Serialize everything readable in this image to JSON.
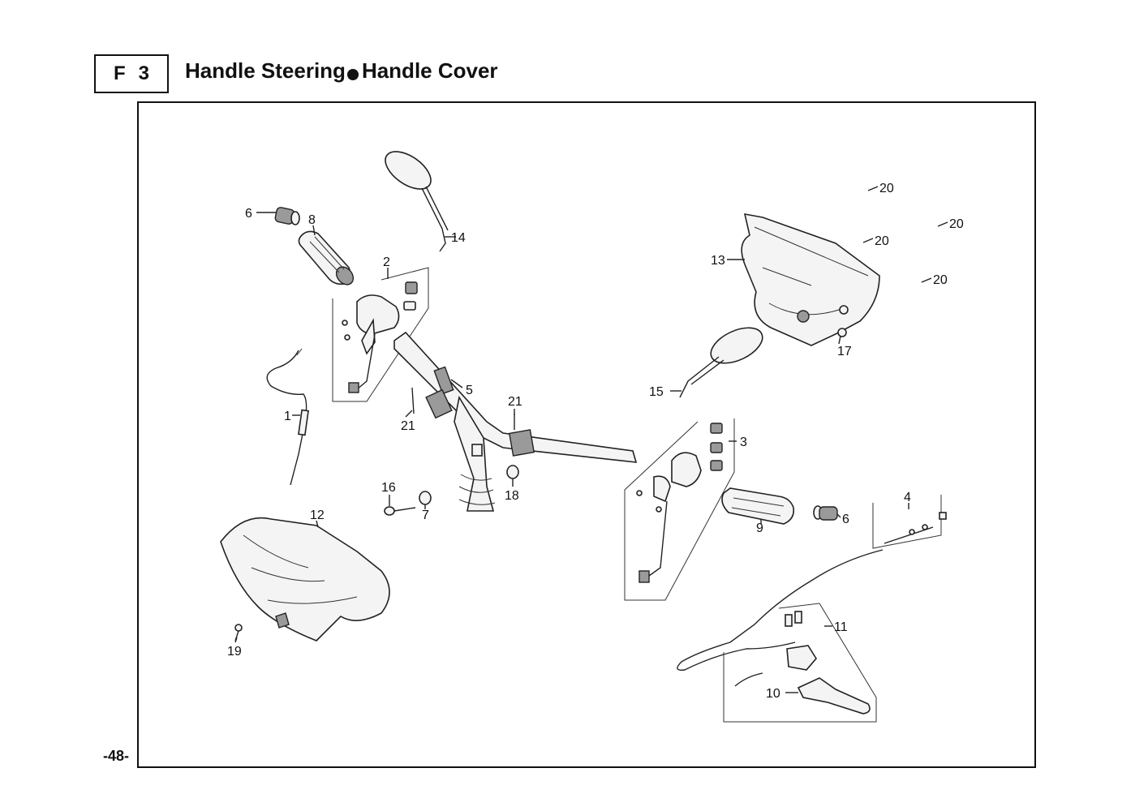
{
  "header": {
    "section_letter": "F",
    "section_number": "3",
    "title_part1": "Handle Steering",
    "title_part2": "Handle Cover"
  },
  "page_number": "-48-",
  "callouts": {
    "c1": "1",
    "c2": "2",
    "c3": "3",
    "c4": "4",
    "c5": "5",
    "c6a": "6",
    "c6b": "6",
    "c7": "7",
    "c8": "8",
    "c9": "9",
    "c10": "10",
    "c11": "11",
    "c12": "12",
    "c13": "13",
    "c14": "14",
    "c15": "15",
    "c16": "16",
    "c17": "17",
    "c18": "18",
    "c19": "19",
    "c20a": "20",
    "c20b": "20",
    "c20c": "20",
    "c20d": "20",
    "c21a": "21",
    "c21b": "21"
  }
}
